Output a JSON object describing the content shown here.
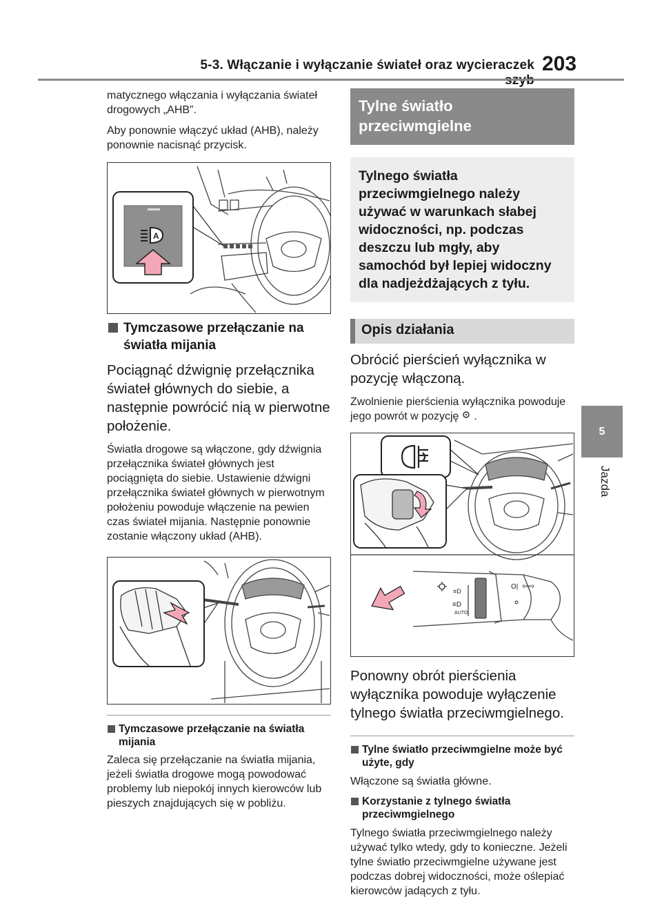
{
  "header": {
    "section_title": "5-3. Włączanie i wyłączanie świateł oraz wycieraczek szyb",
    "page_number": "203"
  },
  "side_tab": {
    "number": "5",
    "label": "Jazda"
  },
  "left": {
    "intro_1": "matycznego włączania i wyłączania świateł drogowych „AHB”.",
    "intro_2": "Aby ponownie włączyć układ (AHB), należy ponownie nacisnąć przycisk.",
    "heading_1": "Tymczasowe przełączanie na światła mijania",
    "instruction": "Pociągnąć dźwignię przełącznika świateł głównych do siebie, a następnie powrócić nią w pierwotne położenie.",
    "note": "Światła drogowe są włączone, gdy dźwignia przełącznika świateł głównych jest pociągnięta do siebie. Ustawienie dźwigni przełącznika świateł głównych w pierwotnym położeniu powoduje włączenie na pewien czas świateł mijania. Następnie ponownie zostanie włączony układ (AHB).",
    "heading_2": "Tymczasowe przełączanie na światła mijania",
    "note_2": "Zaleca się przełączanie na światła mijania, jeżeli światła drogowe mogą powodować problemy lub niepokój innych kierowców lub pieszych znajdujących się w pobliżu."
  },
  "right": {
    "section_title": "Tylne światło przeciwmgielne",
    "intro_box": "Tylnego światła przeciwmgielnego należy używać w warunkach słabej widoczności, np. podczas deszczu lub mgły, aby samochód był lepiej widoczny dla nadjeżdżających z tyłu.",
    "subsection": "Opis działania",
    "instruction": "Obrócić pierścień wyłącznika w pozycję włączoną.",
    "note_pre": "Zwolnienie pierścienia wyłącznika powoduje jego powrót w pozycję",
    "note_post": ".",
    "instruction_2": "Ponowny obrót pierścienia wyłącznika powoduje wyłączenie tylnego światła przeciwmgielnego.",
    "heading_1": "Tylne światło przeciwmgielne może być użyte, gdy",
    "text_1": "Włączone są światła główne.",
    "heading_2": "Korzystanie z tylnego światła przeciwmgielnego",
    "text_2": "Tylnego światła przeciwmgielnego należy używać tylko wtedy, gdy to konieczne. Jeżeli tylne światło przeciwmgielne używane jest podczas dobrej widoczności, może oślepiać kierowców jadących z tyłu.",
    "switch_label": "AUTO"
  },
  "icons": {
    "ahb_button": "auto-high-beam-icon",
    "rear_fog": "rear-fog-light-icon",
    "ring_neutral": "ring-neutral-position-icon",
    "arrow": "pink-push-arrow-icon"
  },
  "colors": {
    "accent_gray": "#8a8a8a",
    "box_gray": "#ededed",
    "arrow_pink": "#f2a7b7"
  }
}
